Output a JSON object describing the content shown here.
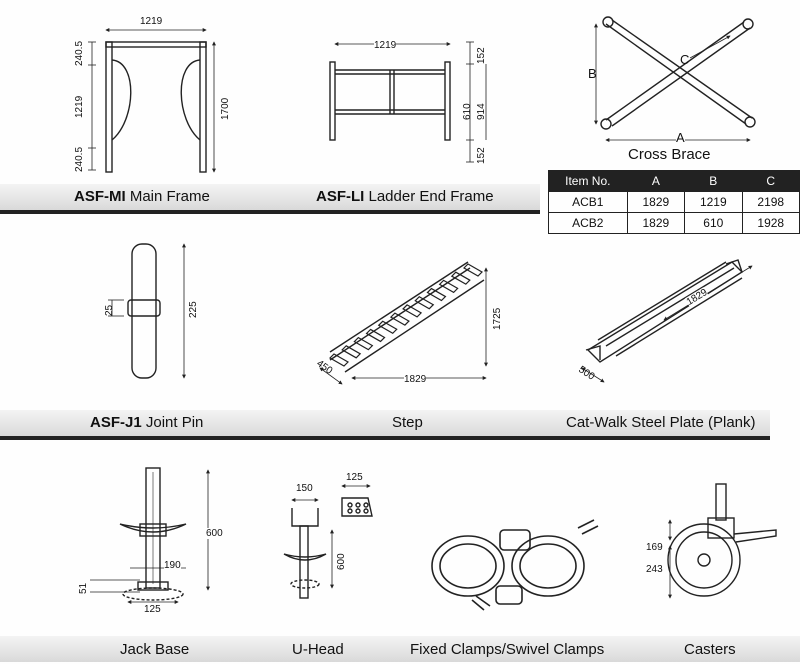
{
  "sections": {
    "main_frame": {
      "code": "ASF-MI",
      "name": "Main Frame"
    },
    "ladder_frame": {
      "code": "ASF-LI",
      "name": "Ladder End Frame"
    },
    "joint_pin": {
      "code": "ASF-J1",
      "name": "Joint Pin"
    },
    "step": {
      "name": "Step"
    },
    "catwalk": {
      "name": "Cat-Walk Steel Plate (Plank)"
    },
    "jack_base": {
      "name": "Jack Base"
    },
    "u_head": {
      "name": "U-Head"
    },
    "clamps": {
      "name": "Fixed Clamps/Swivel Clamps"
    },
    "casters": {
      "name": "Casters"
    },
    "cross_brace": {
      "name": "Cross Brace",
      "label_a": "A",
      "label_b": "B",
      "label_c": "C"
    }
  },
  "dims": {
    "mf_width": "1219",
    "mf_top": "240.5",
    "mf_mid": "1219",
    "mf_bot": "240.5",
    "mf_height": "1700",
    "lf_width": "1219",
    "lf_top": "152",
    "lf_mid": "610",
    "lf_span": "914",
    "lf_bot": "152",
    "jp_small": "25",
    "jp_len": "225",
    "st_height": "1725",
    "st_len": "1829",
    "st_w": "450",
    "cw_len": "1829",
    "cw_w": "500",
    "jb_h": "600",
    "jb_plate": "190",
    "jb_51": "51",
    "jb_base": "125",
    "uh_150": "150",
    "uh_125": "125",
    "uh_600": "600",
    "cs_169": "169",
    "cs_243": "243"
  },
  "brace_table": {
    "headers": [
      "Item No.",
      "A",
      "B",
      "C"
    ],
    "rows": [
      [
        "ACB1",
        "1829",
        "1219",
        "2198"
      ],
      [
        "ACB2",
        "1829",
        "610",
        "1928"
      ]
    ]
  }
}
